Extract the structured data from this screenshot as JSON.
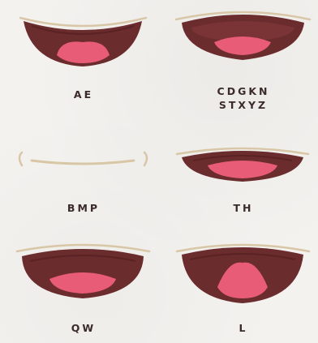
{
  "cards": [
    {
      "id": "ae",
      "label": "AE"
    },
    {
      "id": "cdgkn",
      "label": "CDGKN\nSTXYZ"
    },
    {
      "id": "bmp",
      "label": "BMP"
    },
    {
      "id": "th",
      "label": "TH"
    },
    {
      "id": "qw",
      "label": "QW"
    },
    {
      "id": "l",
      "label": "L"
    }
  ],
  "colors": {
    "mouth_outer": "#6b2c2e",
    "mouth_inner": "#7a3436",
    "tongue": "#e85c78",
    "lip_line": "#d8c7a6",
    "text": "#3a2b2a",
    "background": "#f4f2ef"
  },
  "icons": [
    "mouth-open-ae-icon",
    "mouth-open-cdgkn-icon",
    "mouth-closed-bmp-icon",
    "mouth-th-icon",
    "mouth-round-qw-icon",
    "mouth-l-icon"
  ]
}
